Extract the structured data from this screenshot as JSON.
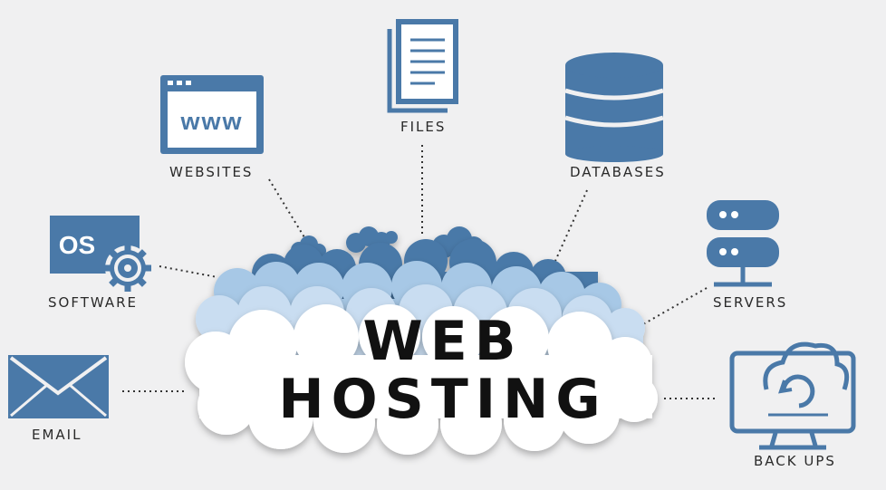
{
  "title": {
    "line1": "WEB",
    "line2": "HOSTING"
  },
  "nodes": {
    "websites": {
      "label": "WEBSITES",
      "icon": "browser-window-icon",
      "icon_text": "www"
    },
    "files": {
      "label": "FILES",
      "icon": "document-stack-icon"
    },
    "databases": {
      "label": "DATABASES",
      "icon": "database-icon"
    },
    "software": {
      "label": "SOFTWARE",
      "icon": "os-gear-icon",
      "icon_text": "OS"
    },
    "servers": {
      "label": "SERVERS",
      "icon": "server-rack-icon"
    },
    "email": {
      "label": "EMAIL",
      "icon": "envelope-icon"
    },
    "backups": {
      "label": "BACK UPS",
      "icon": "monitor-cloud-sync-icon"
    }
  },
  "colors": {
    "icon": "#4a79a8",
    "cloud_dark": "#4a79a8",
    "cloud_mid": "#a7c8e6",
    "cloud_light": "#c7dcf0",
    "background": "#f0f0f1"
  }
}
